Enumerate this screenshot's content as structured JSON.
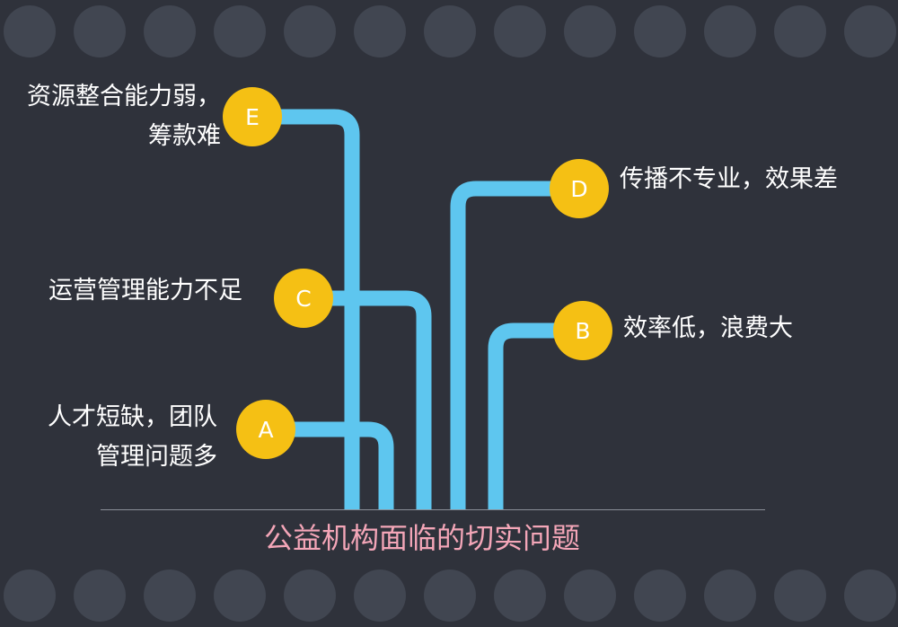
{
  "title": "公益机构面临的切实问题",
  "colors": {
    "background": "#2f323b",
    "dot": "#414651",
    "pipe": "#5ec6ef",
    "badge": "#f5c014",
    "caption": "#f4a6b8",
    "text": "#ffffff"
  },
  "items": [
    {
      "id": "E",
      "text": "资源整合能力弱，\n筹款难"
    },
    {
      "id": "C",
      "text": "运营管理能力不足"
    },
    {
      "id": "A",
      "text": "人才短缺，团队\n管理问题多"
    },
    {
      "id": "D",
      "text": "传播不专业，效果差"
    },
    {
      "id": "B",
      "text": "效率低，浪费大"
    }
  ]
}
